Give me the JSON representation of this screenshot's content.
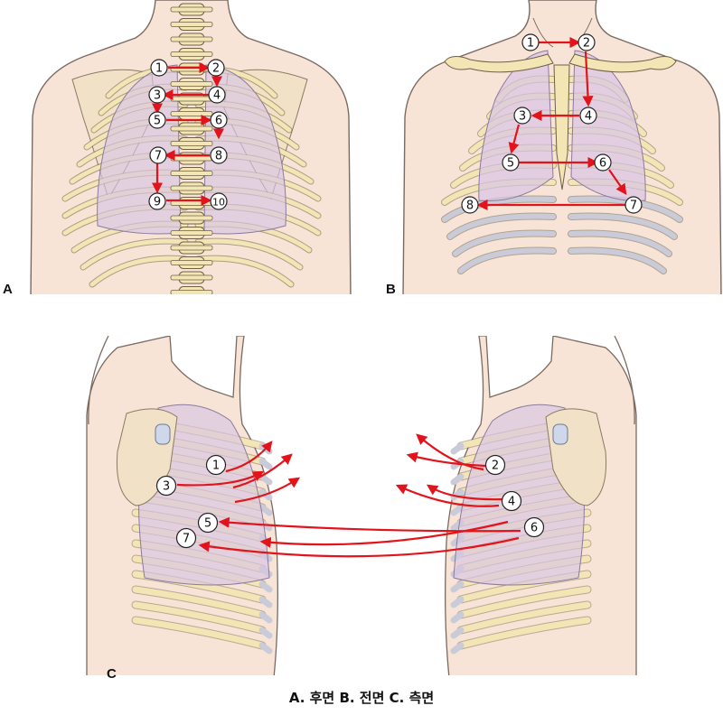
{
  "panels": {
    "a": {
      "letter": "A",
      "markers": [
        "1",
        "2",
        "3",
        "4",
        "5",
        "6",
        "7",
        "8",
        "9",
        "10"
      ]
    },
    "b": {
      "letter": "B",
      "markers": [
        "1",
        "2",
        "3",
        "4",
        "5",
        "6",
        "7",
        "8"
      ]
    },
    "c": {
      "letter": "C",
      "markers": [
        "1",
        "2",
        "3",
        "4",
        "5",
        "6",
        "7"
      ]
    }
  },
  "caption": "A. 후면 B. 전면 C. 측면",
  "colors": {
    "skin": "#f7e4d6",
    "skin_outline": "#7a6a62",
    "bone": "#f3e6b4",
    "bone_outline": "#6e6048",
    "lung": "#dcc8e6",
    "cartilage": "#c9ccd8",
    "arrow": "#e3131b",
    "marker_fill": "#ffffff",
    "marker_stroke": "#222222"
  }
}
